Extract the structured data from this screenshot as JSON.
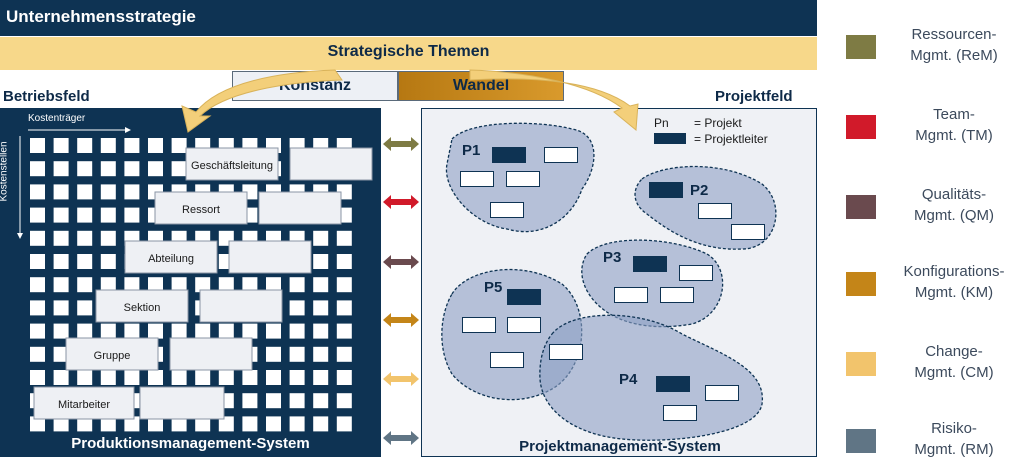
{
  "header": {
    "title": "Unternehmensstrategie"
  },
  "themes": {
    "title": "Strategische Themen",
    "konstanz": "Konstanz",
    "wandel": "Wandel"
  },
  "betrieb": {
    "title": "Betriebsfeld",
    "x_axis": "Kostenträger",
    "y_axis": "Kostenstellen",
    "levels": [
      "Geschäftsleitung",
      "Ressort",
      "Abteilung",
      "Sektion",
      "Gruppe",
      "Mitarbeiter"
    ],
    "footer": "Produktionsmanagement-System"
  },
  "projekt": {
    "title": "Projektfeld",
    "legend_pn": "Pn",
    "legend_projekt": "= Projekt",
    "legend_projektleiter": "= Projektleiter",
    "projects": [
      "P1",
      "P2",
      "P3",
      "P4",
      "P5"
    ],
    "footer": "Projektmanagement-System"
  },
  "arrows": {
    "colors": [
      "#7e7b44",
      "#d11a2a",
      "#6a4a4e",
      "#c48518",
      "#f2c46c",
      "#607585"
    ]
  },
  "legend": [
    {
      "line1": "Ressourcen-",
      "line2": "Mgmt. (ReM)",
      "color": "#7e7b44"
    },
    {
      "line1": "Team-",
      "line2": "Mgmt. (TM)",
      "color": "#d11a2a"
    },
    {
      "line1": "Qualitäts-",
      "line2": "Mgmt. (QM)",
      "color": "#6a4a4e"
    },
    {
      "line1": "Konfigurations-",
      "line2": "Mgmt. (KM)",
      "color": "#c48518"
    },
    {
      "line1": "Change-",
      "line2": "Mgmt. (CM)",
      "color": "#f2c46c"
    },
    {
      "line1": "Risiko-",
      "line2": "Mgmt. (RM)",
      "color": "#607585"
    }
  ]
}
